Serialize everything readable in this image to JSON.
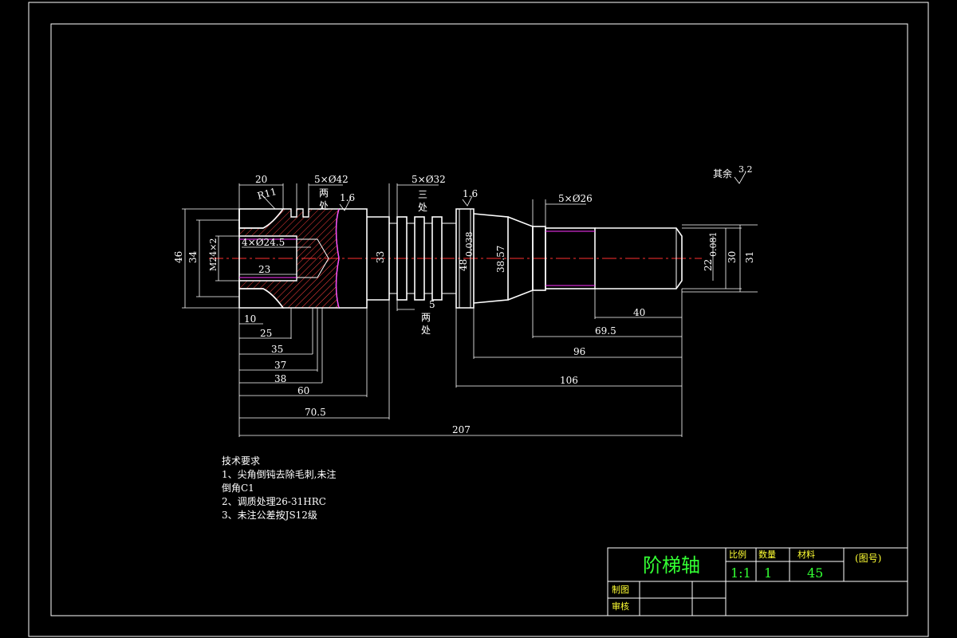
{
  "title_block": {
    "part_name": "阶梯轴",
    "scale_label": "比例",
    "quantity_label": "数量",
    "material_label": "材料",
    "scale_value": "1:1",
    "quantity_value": "1",
    "material_value": "45",
    "drawing_number": "(图号)",
    "drawn_by_label": "制图",
    "checked_by_label": "审核"
  },
  "tech_notes": {
    "heading": "技术要求",
    "lines": [
      "1、尖角倒钝去除毛刺,未注",
      "倒角C1",
      "2、调质处理26-31HRC",
      "3、未注公差按JS12级"
    ]
  },
  "surface": {
    "rest_label": "其余",
    "rest_value": "3.2",
    "ra1": "1.6",
    "ra2": "1.6"
  },
  "dimensions": {
    "d20": "20",
    "r11": "R11",
    "groove42": "5×Ø42",
    "two_places_a": "两",
    "two_places_b": "处",
    "groove32": "5×Ø32",
    "three_places_a": "三",
    "three_places_b": "处",
    "groove26": "5×Ø26",
    "d46": "46",
    "d34": "34",
    "m24": "M24×2",
    "bore": "4×Ø24.5",
    "d23": "23",
    "d33": "33",
    "d48": "48",
    "d48_tol": "0.038",
    "d38_57": "38.57",
    "d22": "22",
    "d22_tol": "0.081",
    "d30": "30",
    "d31": "31",
    "d5": "5",
    "two_b_a": "两",
    "two_b_b": "处",
    "d10": "10",
    "d25": "25",
    "d35": "35",
    "d37": "37",
    "d38": "38",
    "d60": "60",
    "d70_5": "70.5",
    "d207": "207",
    "d40": "40",
    "d69_5": "69.5",
    "d96": "96",
    "d106": "106"
  }
}
